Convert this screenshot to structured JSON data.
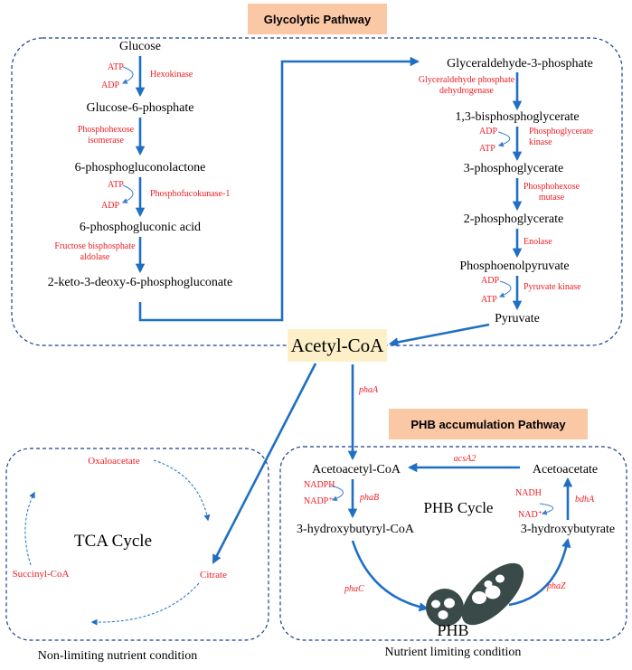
{
  "glycolytic": {
    "title": "Glycolytic Pathway",
    "left": {
      "glucose": "Glucose",
      "atp1": "ATP",
      "hexokinase": "Hexokinase",
      "adp1": "ADP",
      "g6p": "Glucose-6-phosphate",
      "phi_l1": "Phosphohexose",
      "phi_l2": "isomerase",
      "pgl": "6-phosphogluconolactone",
      "atp2": "ATP",
      "pfk": "Phosphofucokunase-1",
      "adp2": "ADP",
      "pga": "6-phosphogluconic acid",
      "fba_l1": "Fructose bisphosphate",
      "fba_l2": "aldolase",
      "kdpg": "2-keto-3-deoxy-6-phosphogluconate"
    },
    "right": {
      "g3p": "Glyceraldehyde-3-phosphate",
      "gapdh_l1": "Glyceraldehyde phosphate",
      "gapdh_l2": "dehydrogenase",
      "bpg": "1,3-bisphosphoglycerate",
      "adp3": "ADP",
      "pgk_l1": "Phosphoglycerate",
      "pgk_l2": "kinase",
      "atp3": "ATP",
      "pg3": "3-phosphoglycerate",
      "pgm_l1": "Phosphohexose",
      "pgm_l2": "mutase",
      "pg2": "2-phosphoglycerate",
      "enolase": "Enolase",
      "pep": "Phosphoenolpyruvate",
      "adp4": "ADP",
      "pk": "Pyruvate kinase",
      "atp4": "ATP",
      "pyruvate": "Pyruvate"
    }
  },
  "acetyl_coa": "Acetyl-CoA",
  "pha_a": "phaA",
  "tca": {
    "title": "TCA Cycle",
    "oxaloacetate": "Oxaloacetate",
    "citrate": "Citrate",
    "succinyl": "Succinyl-CoA",
    "condition": "Non-limiting nutrient condition"
  },
  "phb": {
    "title": "PHB accumulation Pathway",
    "acetoacetyl": "Acetoacetyl-CoA",
    "acs": "acsA2",
    "acetoacetate": "Acetoacetate",
    "nadph": "NADPH",
    "nadp": "NADP⁺",
    "phab": "phaB",
    "cycle": "PHB Cycle",
    "nadh": "NADH",
    "nad": "NAD⁺",
    "bdha": "bdhA",
    "hbcoa": "3-hydroxybutyryl-CoA",
    "hb": "3-hydroxybutyrate",
    "phac": "phaC",
    "phaz": "phaZ",
    "granule": "PHB",
    "condition": "Nutrient limiting condition"
  },
  "colors": {
    "arrow": "#1f6fc4",
    "dashed_border": "#1a3f8c",
    "enzyme_text": "#ee1c24",
    "title_box": "#fbc8a6",
    "acetyl_box": "#fdf0c8",
    "granule": "#3a4a48"
  }
}
